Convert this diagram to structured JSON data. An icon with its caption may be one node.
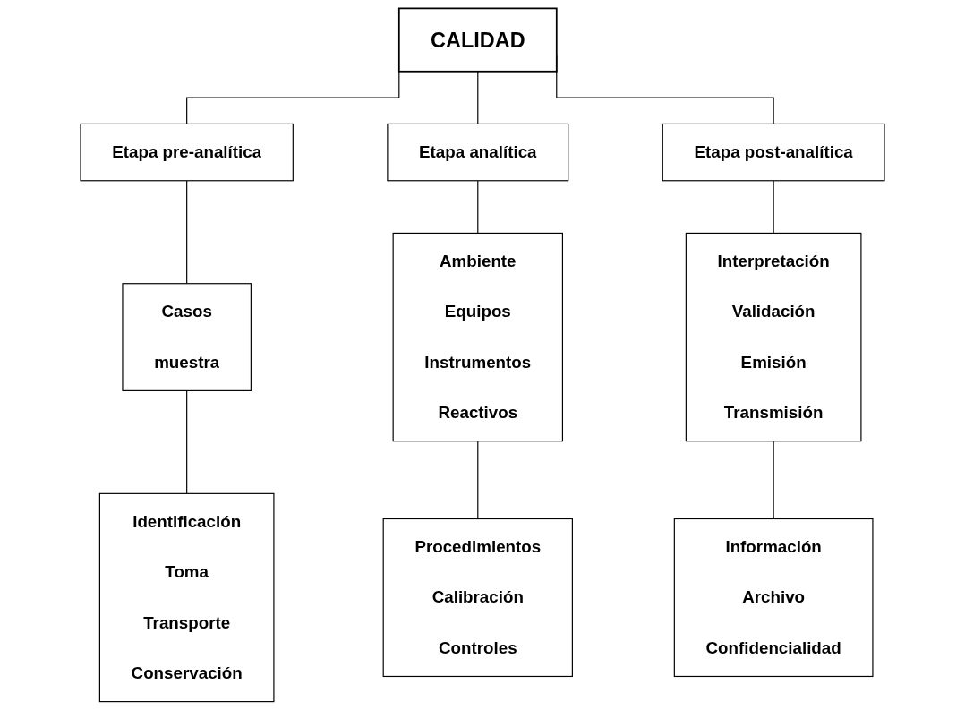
{
  "diagram": {
    "nodes": [
      {
        "text": [
          "CALIDAD"
        ]
      },
      {
        "text": [
          "Etapa pre-analítica"
        ]
      },
      {
        "text": [
          "Etapa analítica"
        ]
      },
      {
        "text": [
          "Etapa post-analítica"
        ]
      },
      {
        "text": [
          "Casos",
          "muestra"
        ]
      },
      {
        "text": [
          "Ambiente",
          "Equipos",
          "Instrumentos",
          "Reactivos"
        ]
      },
      {
        "text": [
          "Interpretación",
          "Validación",
          "Emisión",
          "Transmisión"
        ]
      },
      {
        "text": [
          "Identificación",
          "Toma",
          "Transporte",
          "Conservación"
        ]
      },
      {
        "text": [
          "Procedimientos",
          "Calibración",
          "Controles"
        ]
      },
      {
        "text": [
          "Información",
          "Archivo",
          "Confidencialidad"
        ]
      }
    ],
    "edges": [
      {
        "from": 0,
        "to": 1,
        "arrow": "none"
      },
      {
        "from": 0,
        "to": 2,
        "arrow": "none"
      },
      {
        "from": 0,
        "to": 3,
        "arrow": "none"
      },
      {
        "from": 1,
        "to": 4,
        "arrow": "none"
      },
      {
        "from": 2,
        "to": 5,
        "arrow": "none"
      },
      {
        "from": 3,
        "to": 6,
        "arrow": "none"
      },
      {
        "from": 4,
        "to": 7,
        "arrow": "none"
      },
      {
        "from": 5,
        "to": 8,
        "arrow": "none"
      },
      {
        "from": 6,
        "to": 9,
        "arrow": "none"
      }
    ]
  }
}
